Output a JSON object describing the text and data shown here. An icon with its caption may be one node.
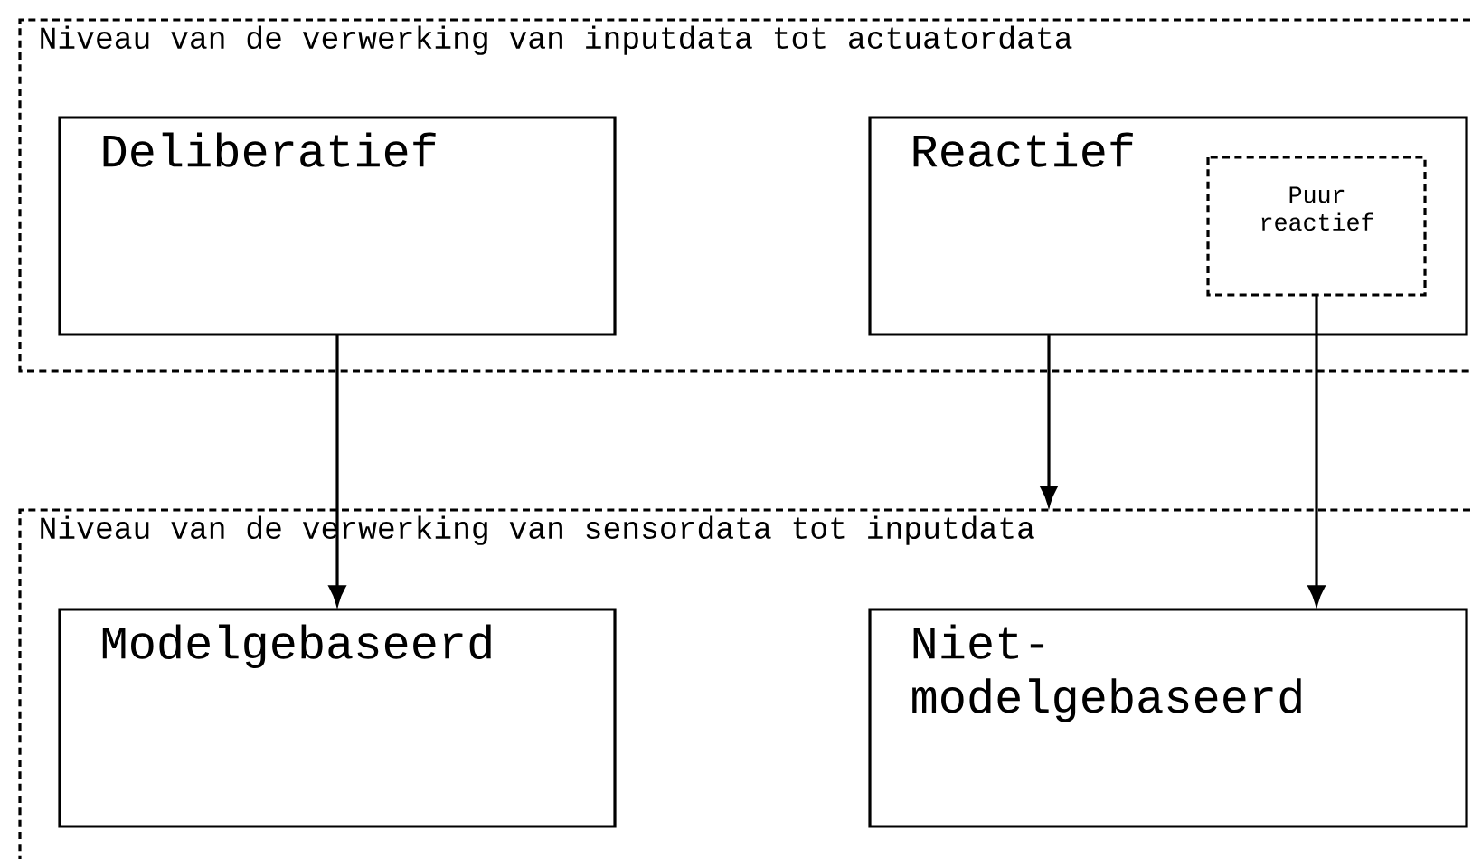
{
  "diagram": {
    "nodes": [
      {
        "text": [
          "Niveau van de verwerking van inputdata tot actuatordata"
        ]
      },
      {
        "text": [
          "Deliberatief"
        ],
        "in": 0
      },
      {
        "text": [
          "Reactief"
        ],
        "in": 0
      },
      {
        "text": [
          "Puur reactief"
        ],
        "in": 2
      },
      {
        "text": [
          "Niveau van de verwerking van sensordata tot inputdata"
        ]
      },
      {
        "text": [
          "Modelgebaseerd"
        ],
        "in": 4
      },
      {
        "text": [
          "Niet-modelgebaseerd"
        ],
        "in": 4
      }
    ],
    "edges": [
      {
        "from": 1,
        "to": 5,
        "arrow": "to"
      },
      {
        "from": 2,
        "to": 4,
        "arrow": "to"
      },
      {
        "from": 3,
        "to": 6,
        "arrow": "to"
      }
    ]
  }
}
